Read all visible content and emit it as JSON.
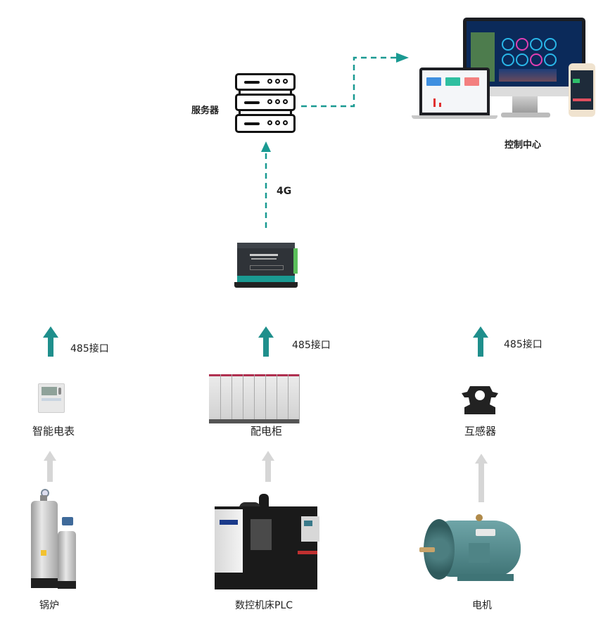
{
  "diagram": {
    "server": {
      "label": "服务器",
      "icon": "server-rack-icon"
    },
    "control_center": {
      "label": "控制中心",
      "icon": "multi-device-dashboard-icon"
    },
    "gateway": {
      "icon": "4g-gateway-device-icon"
    },
    "links": {
      "gateway_to_server": {
        "label": "4G",
        "style": "dashed",
        "color": "#1a9a92"
      },
      "server_to_control_center": {
        "style": "dashed",
        "color": "#1a9a92"
      },
      "device_to_gateway": [
        {
          "label": "485接口",
          "color": "#1f8f8c"
        },
        {
          "label": "485接口",
          "color": "#1f8f8c"
        },
        {
          "label": "485接口",
          "color": "#1f8f8c"
        }
      ],
      "source_to_device_color": "#d6d6d6"
    },
    "columns": [
      {
        "device": {
          "label": "智能电表",
          "icon": "smart-meter-icon"
        },
        "source": {
          "label": "锅炉",
          "icon": "boiler-icon"
        }
      },
      {
        "device": {
          "label": "配电柜",
          "icon": "distribution-cabinet-icon"
        },
        "source": {
          "label": "数控机床PLC",
          "icon": "cnc-machine-icon"
        }
      },
      {
        "device": {
          "label": "互感器",
          "icon": "current-transformer-icon"
        },
        "source": {
          "label": "电机",
          "icon": "electric-motor-icon"
        }
      }
    ]
  }
}
